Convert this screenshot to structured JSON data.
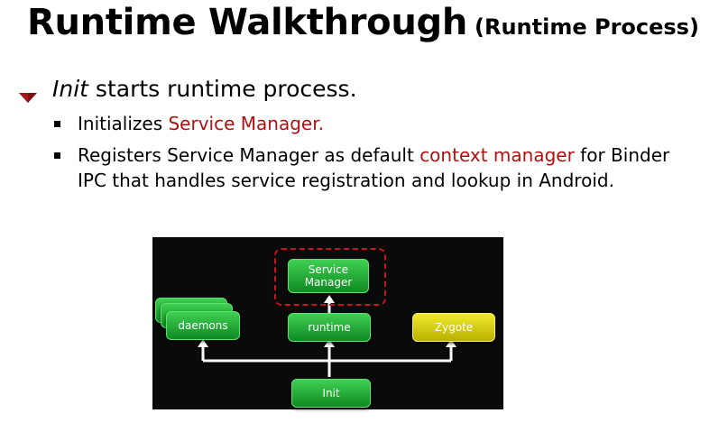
{
  "title": {
    "main": "Runtime Walkthrough",
    "sub": "(Runtime Process)"
  },
  "bullet": {
    "italic": "Init",
    "rest": "starts runtime process."
  },
  "sub_bullets": [
    {
      "prefix": "Initializes ",
      "highlight": "Service Manager.",
      "suffix": ""
    },
    {
      "prefix": "Registers Service Manager as default ",
      "highlight": "context manager",
      "suffix": " for Binder IPC that handles service registration and lookup in Android."
    }
  ],
  "diagram": {
    "nodes": {
      "service_manager": "Service Manager",
      "daemons": "daemons",
      "runtime": "runtime",
      "zygote": "Zygote",
      "init": "Init"
    }
  },
  "colors": {
    "highlight_text": "#b01010",
    "node_green": "#1fa535",
    "node_yellow": "#d9d000",
    "dashed_box": "#c8141e",
    "diagram_bg": "#0a0a0a"
  }
}
